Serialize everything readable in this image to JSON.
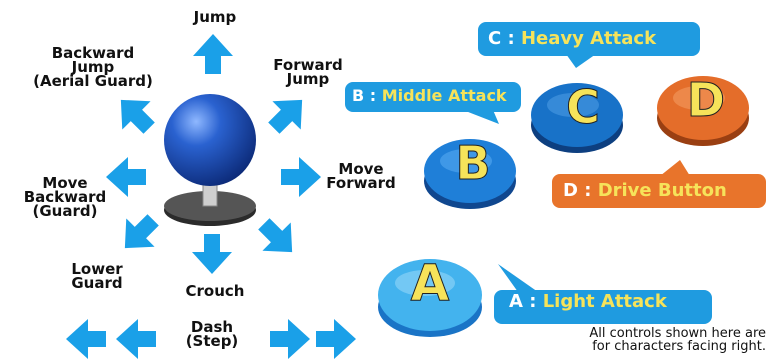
{
  "colors": {
    "arrow": "#1aa0e8",
    "callout_blue": "#1f9be0",
    "callout_orange": "#e8742b",
    "letter_gold": "#f6e35a",
    "stick_ball": "#1d4fb8"
  },
  "joystick": {
    "up": "Jump",
    "up_left": "Backward\nJump\n(Aerial Guard)",
    "up_right": "Forward\nJump",
    "left": "Move\nBackward\n(Guard)",
    "right": "Move\nForward",
    "down_left": "Lower\nGuard",
    "down": "Crouch",
    "dash": "Dash\n(Step)"
  },
  "buttons": {
    "a": {
      "letter": "A",
      "prefix": "A :",
      "action": "Light Attack"
    },
    "b": {
      "letter": "B",
      "prefix": "B :",
      "action": "Middle Attack"
    },
    "c": {
      "letter": "C",
      "prefix": "C :",
      "action": "Heavy Attack"
    },
    "d": {
      "letter": "D",
      "prefix": "D :",
      "action": "Drive Button"
    }
  },
  "note": "All controls shown here are\nfor characters facing right."
}
